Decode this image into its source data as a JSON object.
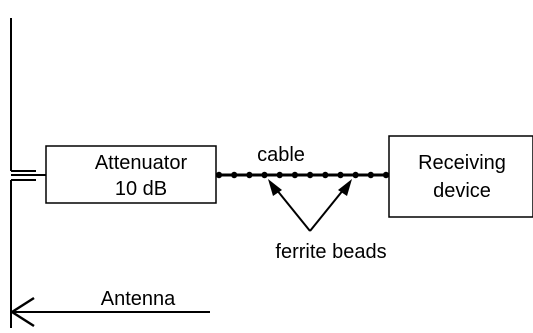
{
  "diagram": {
    "attenuator": {
      "line1": "Attenuator",
      "line2": "10 dB"
    },
    "cable_label": "cable",
    "receiver": {
      "line1": "Receiving",
      "line2": "device"
    },
    "beads_label": "ferrite beads",
    "antenna_label": "Antenna",
    "bead_count": 12
  }
}
